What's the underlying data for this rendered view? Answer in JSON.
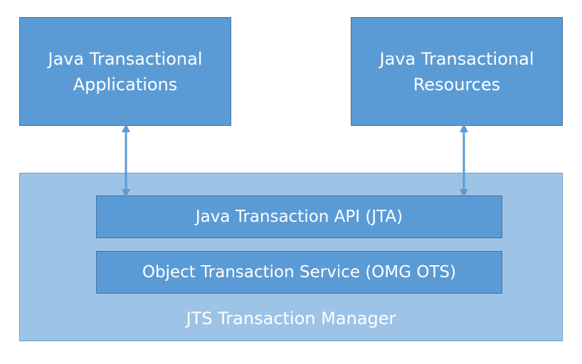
{
  "diagram": {
    "top_left_box": {
      "label": "Java Transactional\nApplications"
    },
    "top_right_box": {
      "label": "Java Transactional\nResources"
    },
    "jta_layer": {
      "label": "Java Transaction API (JTA)"
    },
    "ots_layer": {
      "label": "Object Transaction Service (OMG OTS)"
    },
    "manager": {
      "label": "JTS Transaction Manager"
    }
  },
  "colors": {
    "box_fill": "#5b9bd5",
    "box_border": "#41719c",
    "container_fill": "#9dc3e6",
    "text": "#ffffff"
  }
}
